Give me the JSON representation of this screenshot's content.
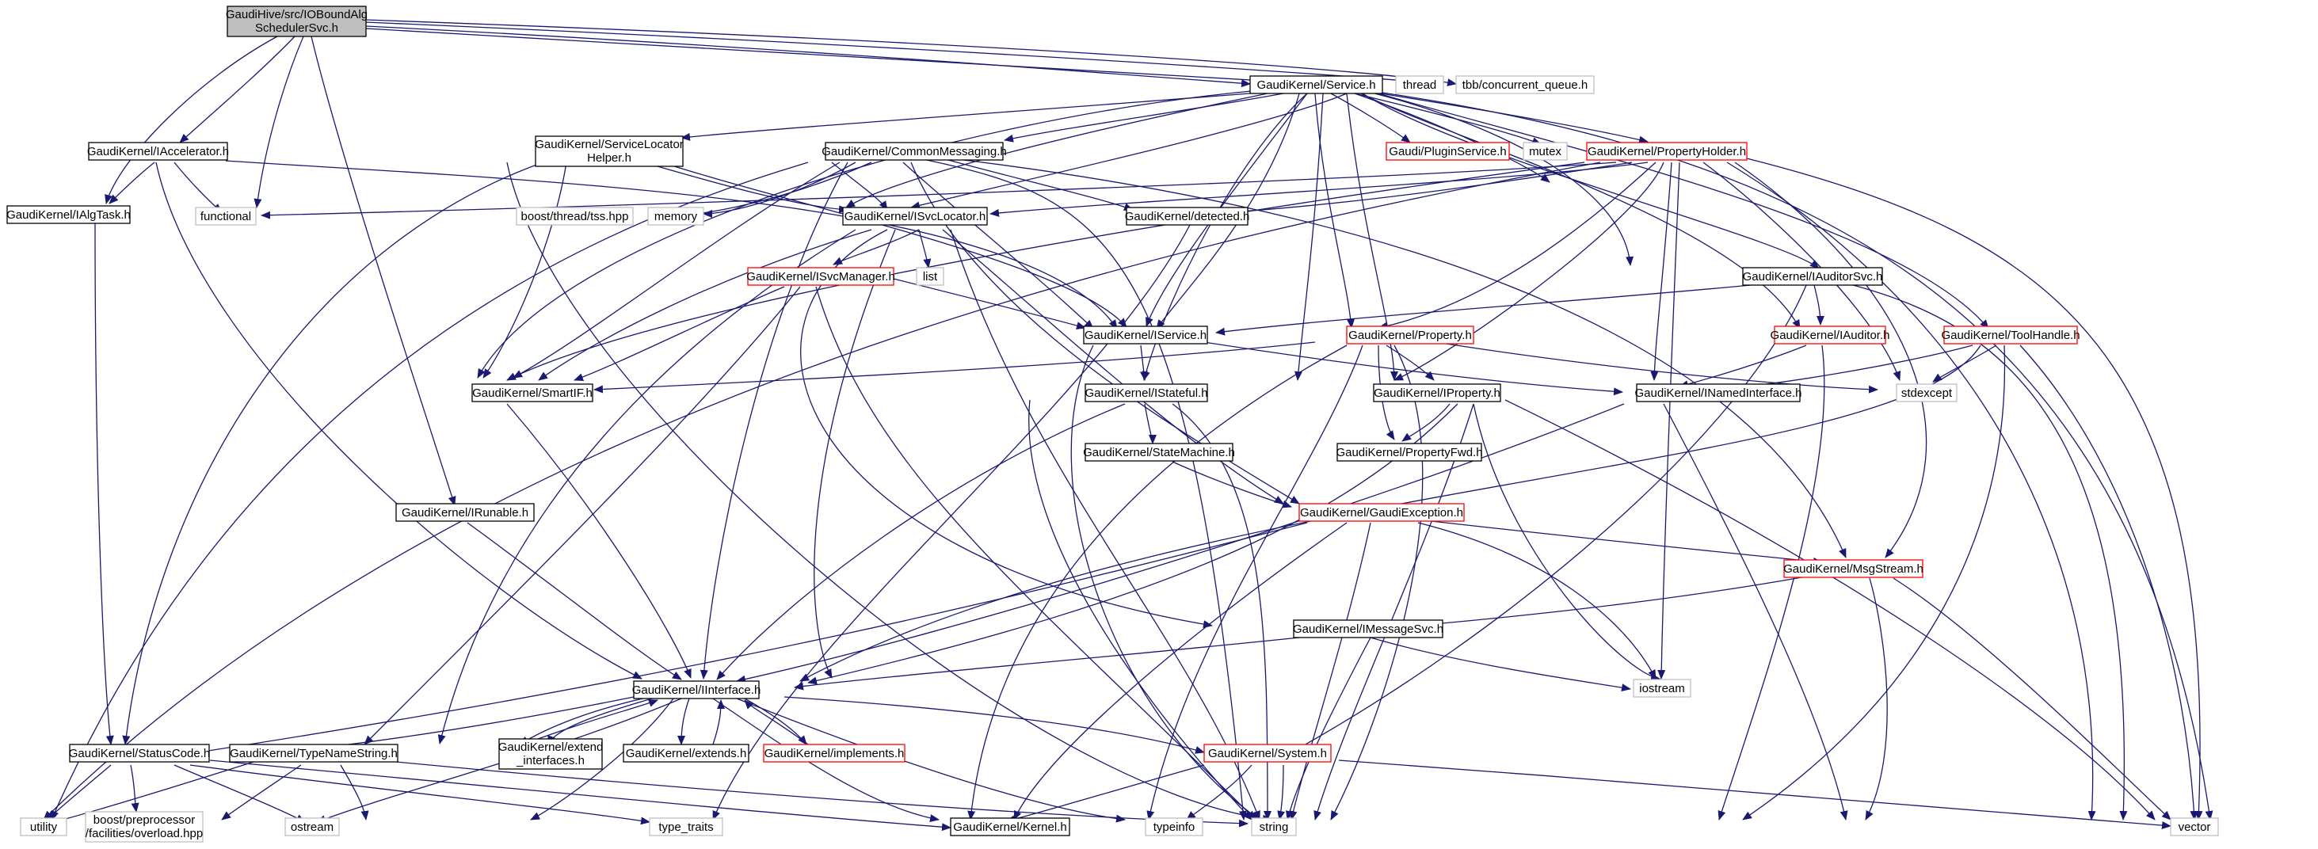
{
  "colors": {
    "edge": "#191970",
    "box_border_black": "#000000",
    "box_border_red": "#ff0000",
    "box_border_gray": "#bfbfbf",
    "root_fill": "#bfbfbf"
  },
  "nodes": {
    "root": {
      "line1": "GaudiHive/src/IOBoundAlg",
      "line2": "SchedulerSvc.h"
    },
    "service": {
      "label": "GaudiKernel/Service.h"
    },
    "thread": {
      "label": "thread"
    },
    "concurrent_queue": {
      "label": "tbb/concurrent_queue.h"
    },
    "iaccelerator": {
      "label": "GaudiKernel/IAccelerator.h"
    },
    "servicelocatorhelper": {
      "line1": "GaudiKernel/ServiceLocator",
      "line2": "Helper.h"
    },
    "commonmessaging": {
      "label": "GaudiKernel/CommonMessaging.h"
    },
    "pluginservice": {
      "label": "Gaudi/PluginService.h"
    },
    "mutex": {
      "label": "mutex"
    },
    "propertyholder": {
      "label": "GaudiKernel/PropertyHolder.h"
    },
    "ialgtask": {
      "label": "GaudiKernel/IAlgTask.h"
    },
    "functional": {
      "label": "functional"
    },
    "boost_tss": {
      "label": "boost/thread/tss.hpp"
    },
    "memory": {
      "label": "memory"
    },
    "isvclocator": {
      "label": "GaudiKernel/ISvcLocator.h"
    },
    "detected": {
      "label": "GaudiKernel/detected.h"
    },
    "list": {
      "label": "list"
    },
    "isvcmanager": {
      "label": "GaudiKernel/ISvcManager.h"
    },
    "iauditorsvc": {
      "label": "GaudiKernel/IAuditorSvc.h"
    },
    "iservice": {
      "label": "GaudiKernel/IService.h"
    },
    "property": {
      "label": "GaudiKernel/Property.h"
    },
    "iauditor": {
      "label": "GaudiKernel/IAuditor.h"
    },
    "toolhandle": {
      "label": "GaudiKernel/ToolHandle.h"
    },
    "smartif": {
      "label": "GaudiKernel/SmartIF.h"
    },
    "istateful": {
      "label": "GaudiKernel/IStateful.h"
    },
    "iproperty": {
      "label": "GaudiKernel/IProperty.h"
    },
    "inamedinterface": {
      "label": "GaudiKernel/INamedInterface.h"
    },
    "stdexcept": {
      "label": "stdexcept"
    },
    "statemachine": {
      "label": "GaudiKernel/StateMachine.h"
    },
    "propertyfwd": {
      "label": "GaudiKernel/PropertyFwd.h"
    },
    "irunable": {
      "label": "GaudiKernel/IRunable.h"
    },
    "gaudiexception": {
      "label": "GaudiKernel/GaudiException.h"
    },
    "msgstream": {
      "label": "GaudiKernel/MsgStream.h"
    },
    "imessagesvc": {
      "label": "GaudiKernel/IMessageSvc.h"
    },
    "iinterface": {
      "label": "GaudiKernel/IInterface.h"
    },
    "iostream": {
      "label": "iostream"
    },
    "statuscode": {
      "label": "GaudiKernel/StatusCode.h"
    },
    "typenamestring": {
      "label": "GaudiKernel/TypeNameString.h"
    },
    "extend_interfaces": {
      "line1": "GaudiKernel/extend",
      "line2": "_interfaces.h"
    },
    "extends": {
      "label": "GaudiKernel/extends.h"
    },
    "implements": {
      "label": "GaudiKernel/implements.h"
    },
    "system": {
      "label": "GaudiKernel/System.h"
    },
    "utility": {
      "label": "utility"
    },
    "boost_overload": {
      "line1": "boost/preprocessor",
      "line2": "/facilities/overload.hpp"
    },
    "ostream": {
      "label": "ostream"
    },
    "type_traits": {
      "label": "type_traits"
    },
    "kernel": {
      "label": "GaudiKernel/Kernel.h"
    },
    "typeinfo": {
      "label": "typeinfo"
    },
    "string": {
      "label": "string"
    },
    "vector": {
      "label": "vector"
    }
  }
}
